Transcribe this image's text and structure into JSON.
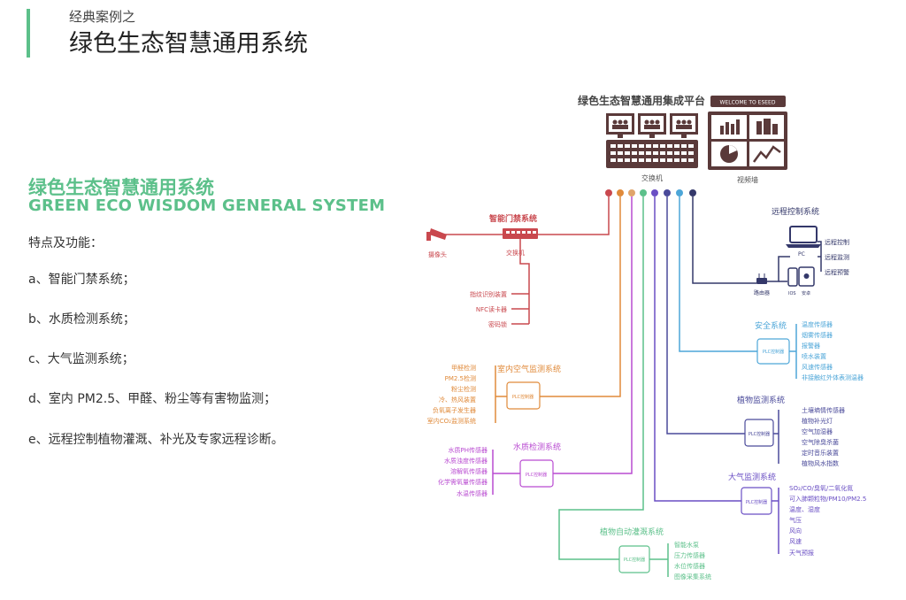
{
  "header": {
    "subtitle": "经典案例之",
    "title": "绿色生态智慧通用系统"
  },
  "intro": {
    "title_cn": "绿色生态智慧通用系统",
    "title_en": "GREEN ECO WISDOM GENERAL  SYSTEM",
    "features_heading": "特点及功能：",
    "features": [
      "a、智能门禁系统；",
      "b、水质检测系统；",
      "c、大气监测系统；",
      "d、室内 PM2.5、甲醛、粉尘等有害物监测；",
      "e、远程控制植物灌溉、补光及专家远程诊断。"
    ]
  },
  "diagram": {
    "platform_title": "绿色生态智慧通用集成平台",
    "welcome_text": "WELCOME TO ESEED",
    "switch_label": "交换机",
    "video_wall_label": "视频墙",
    "access": {
      "title": "智能门禁系统",
      "camera_label": "摄像头",
      "switch_label": "交换机",
      "items": [
        "指纹识别装置",
        "NFC读卡器",
        "密码锁"
      ]
    },
    "remote": {
      "title": "远程控制系统",
      "pc_label": "PC",
      "router_label": "路由器",
      "ios_label": "IOS",
      "android_label": "安卓",
      "items": [
        "远程控制",
        "远程监测",
        "远程预警"
      ]
    },
    "indoor": {
      "title": "室内空气监测系统",
      "controller": "PLC控制器",
      "items": [
        "甲醛检测",
        "PM2.5检测",
        "粉尘检测",
        "冷、热风装置",
        "负氧离子发生器",
        "室内CO₂监测系统"
      ]
    },
    "security": {
      "title": "安全系统",
      "controller": "PLC控制器",
      "items": [
        "温度传感器",
        "烟雾传感器",
        "报警器",
        "喷水装置",
        "风速传感器",
        "非接触红外体表测温器"
      ]
    },
    "plant": {
      "title": "植物监测系统",
      "controller": "PLC控制器",
      "items": [
        "土壤墒情传感器",
        "植物补光灯",
        "空气加湿器",
        "空气除臭杀菌",
        "定时音乐装置",
        "植物风水指数"
      ]
    },
    "water": {
      "title": "水质检测系统",
      "controller": "PLC控制器",
      "items": [
        "水质PH传感器",
        "水质浊度传感器",
        "溶解氧传感器",
        "化学需氧量传感器",
        "水温传感器"
      ]
    },
    "air": {
      "title": "大气监测系统",
      "controller": "PLC控制器",
      "items": [
        "SO₂/CO/臭氧/二氧化氮",
        "可入肺颗粒物/PM10/PM2.5",
        "温度、湿度",
        "气压",
        "风向",
        "风速",
        "天气预报"
      ]
    },
    "irrigation": {
      "title": "植物自动灌溉系统",
      "controller": "PLC控制器",
      "items": [
        "智能水泵",
        "压力传感器",
        "水位传感器",
        "图像采集系统"
      ]
    },
    "colors": {
      "accent": "#5cc08a",
      "access": "#c9484e",
      "indoor": "#e08a3a",
      "water": "#b94bd1",
      "irrigation": "#5cc08a",
      "air": "#6a4fc4",
      "plant": "#4a4a9a",
      "security": "#4da6d8",
      "remote": "#34386a",
      "device": "#5a3a3a"
    }
  }
}
